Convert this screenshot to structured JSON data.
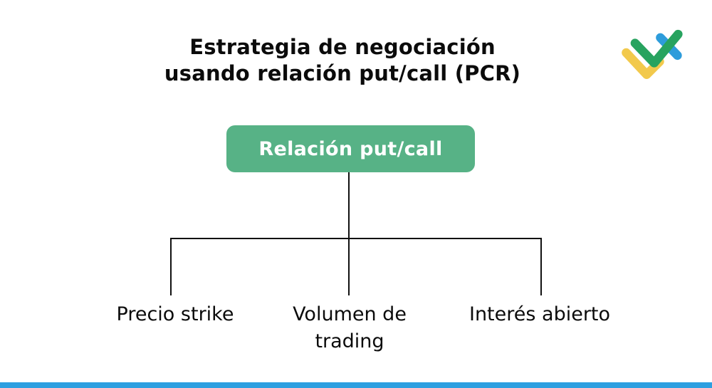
{
  "title": {
    "line1": "Estrategia de negociación",
    "line2": "usando relación put/call (PCR)"
  },
  "diagram": {
    "type": "tree",
    "root": {
      "label": "Relación put/call"
    },
    "children": [
      {
        "label": "Precio strike"
      },
      {
        "label": "Volumen de trading"
      },
      {
        "label": "Interés abierto"
      }
    ]
  },
  "colors": {
    "root_node_bg": "#57b286",
    "root_node_text": "#ffffff",
    "connector": "#111111",
    "title_text": "#0b0b0b",
    "footer_bar": "#2d9fe0",
    "logo_green": "#27a35f",
    "logo_yellow": "#f2c94c",
    "logo_blue": "#2d9cdb"
  },
  "logo": {
    "name": "litefinance-logo"
  }
}
